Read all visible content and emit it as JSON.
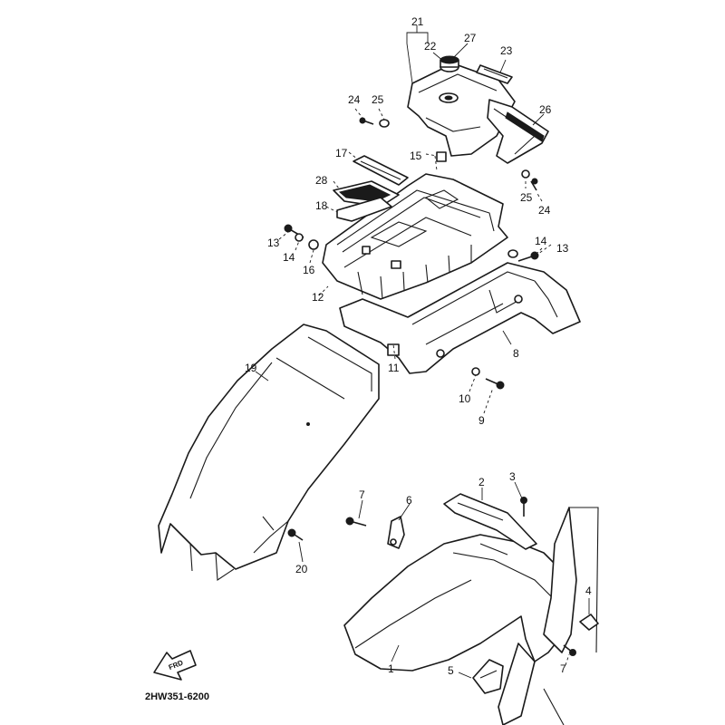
{
  "diagram": {
    "part_code": "2HW351-6200",
    "direction_label": "FRD",
    "callouts": [
      "21",
      "22",
      "27",
      "23",
      "26",
      "24",
      "25",
      "15",
      "17",
      "28",
      "18",
      "13",
      "14",
      "16",
      "12",
      "11",
      "8",
      "10",
      "9",
      "19",
      "2",
      "3",
      "7",
      "6",
      "20",
      "4",
      "5",
      "1"
    ]
  }
}
